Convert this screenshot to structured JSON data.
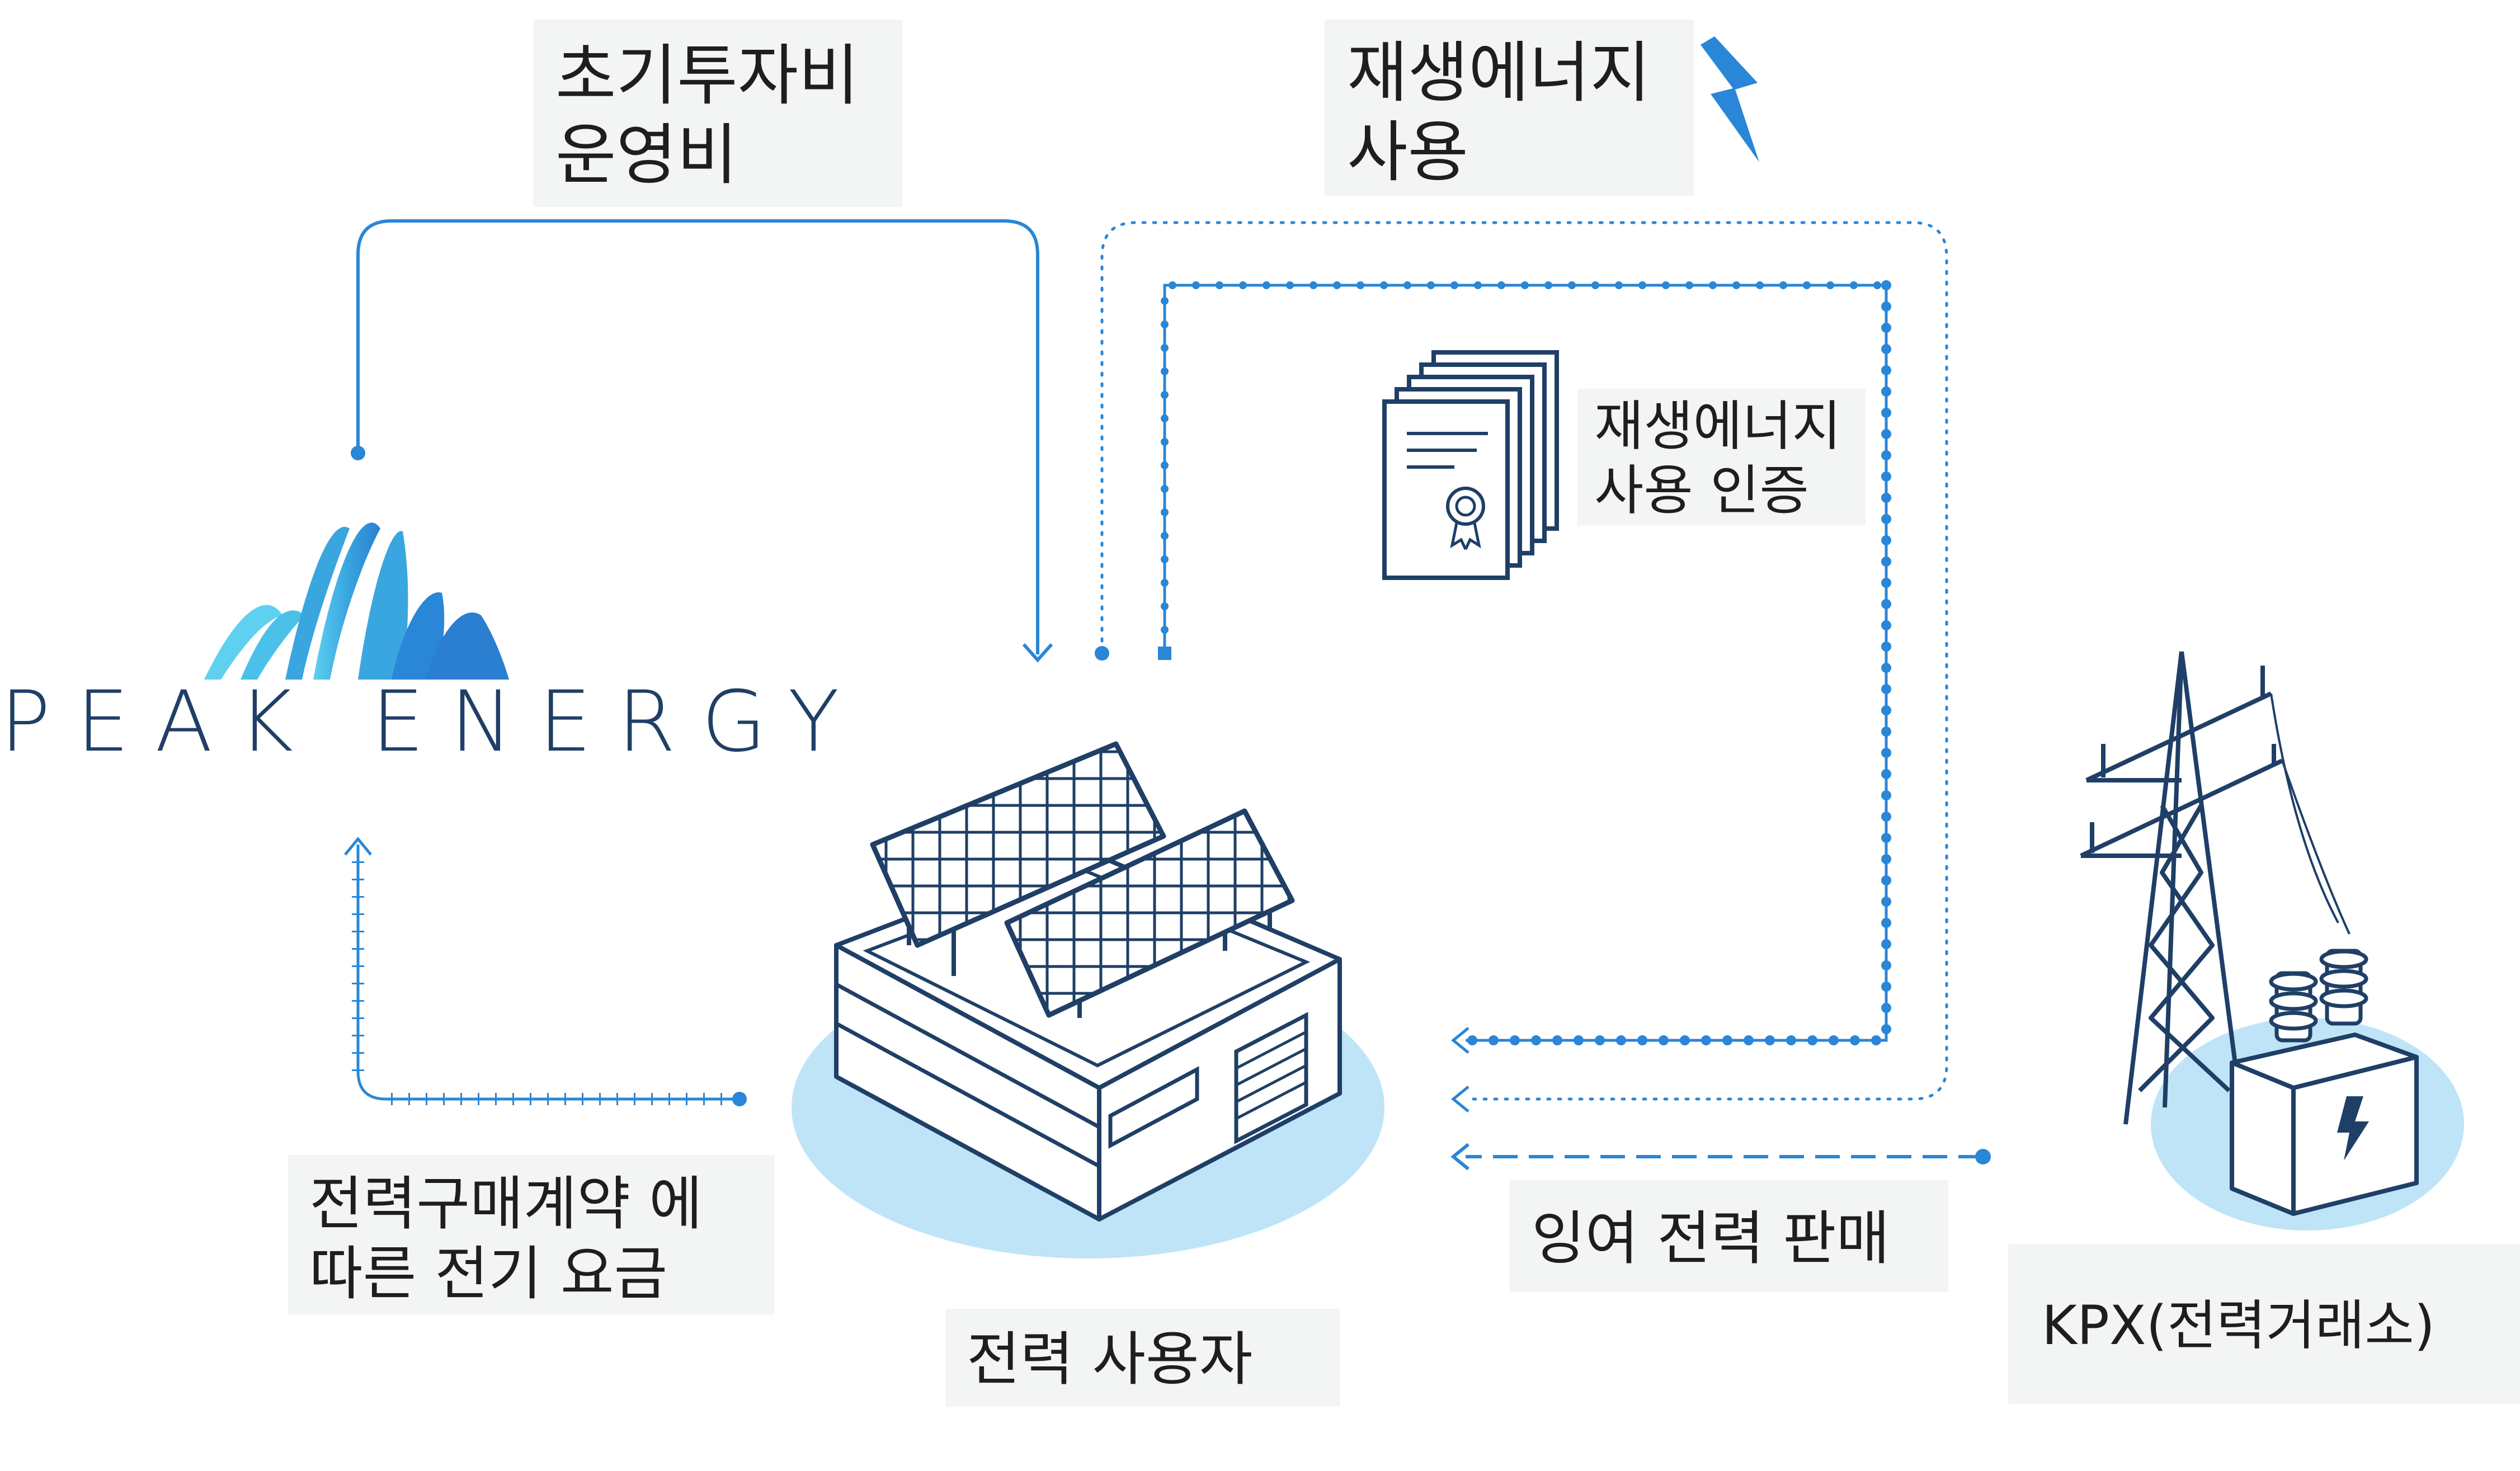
{
  "labels": {
    "initial_cost_line1": "초기투자비",
    "initial_cost_line2": "운영비",
    "renewable_use_line1": "재생에너지",
    "renewable_use_line2": "사용",
    "certificate_line1": "재생에너지",
    "certificate_line2": "사용 인증",
    "ppa_fee_line1": "전력구매계약 에",
    "ppa_fee_line2": "따른 전기 요금",
    "surplus_sale": "잉여 전력 판매",
    "power_user": "전력 사용자",
    "kpx": "KPX(전력거래소)"
  },
  "logo": {
    "text": "PEAK ENERGY"
  },
  "colors": {
    "line_blue": "#2a86d6",
    "dark_navy": "#1f3f66",
    "pale_blue": "#bfe4f7",
    "label_bg": "#f3f4f4",
    "bolt_blue": "#2a86d6"
  }
}
